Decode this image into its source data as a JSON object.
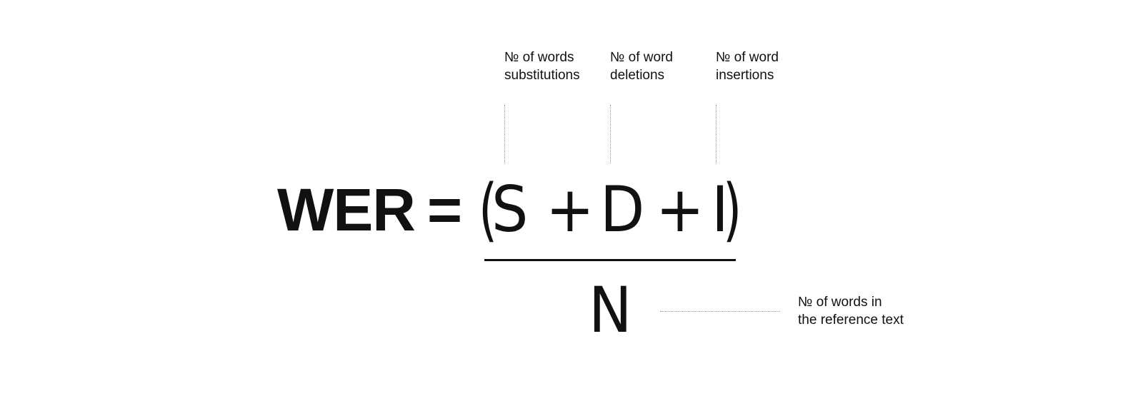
{
  "formula": {
    "lhs": "WER",
    "equals": "=",
    "open_paren": "(",
    "s": "S",
    "plus_1": "+",
    "d": "D",
    "plus_2": "+",
    "i": "I",
    "close_paren": ")",
    "n": "N"
  },
  "annotations": {
    "substitutions": [
      "№ of words",
      "substitutions"
    ],
    "deletions": [
      "№ of word",
      "deletions"
    ],
    "insertions": [
      "№ of word",
      "insertions"
    ],
    "reference": [
      "№ of words in",
      "the reference text"
    ]
  }
}
